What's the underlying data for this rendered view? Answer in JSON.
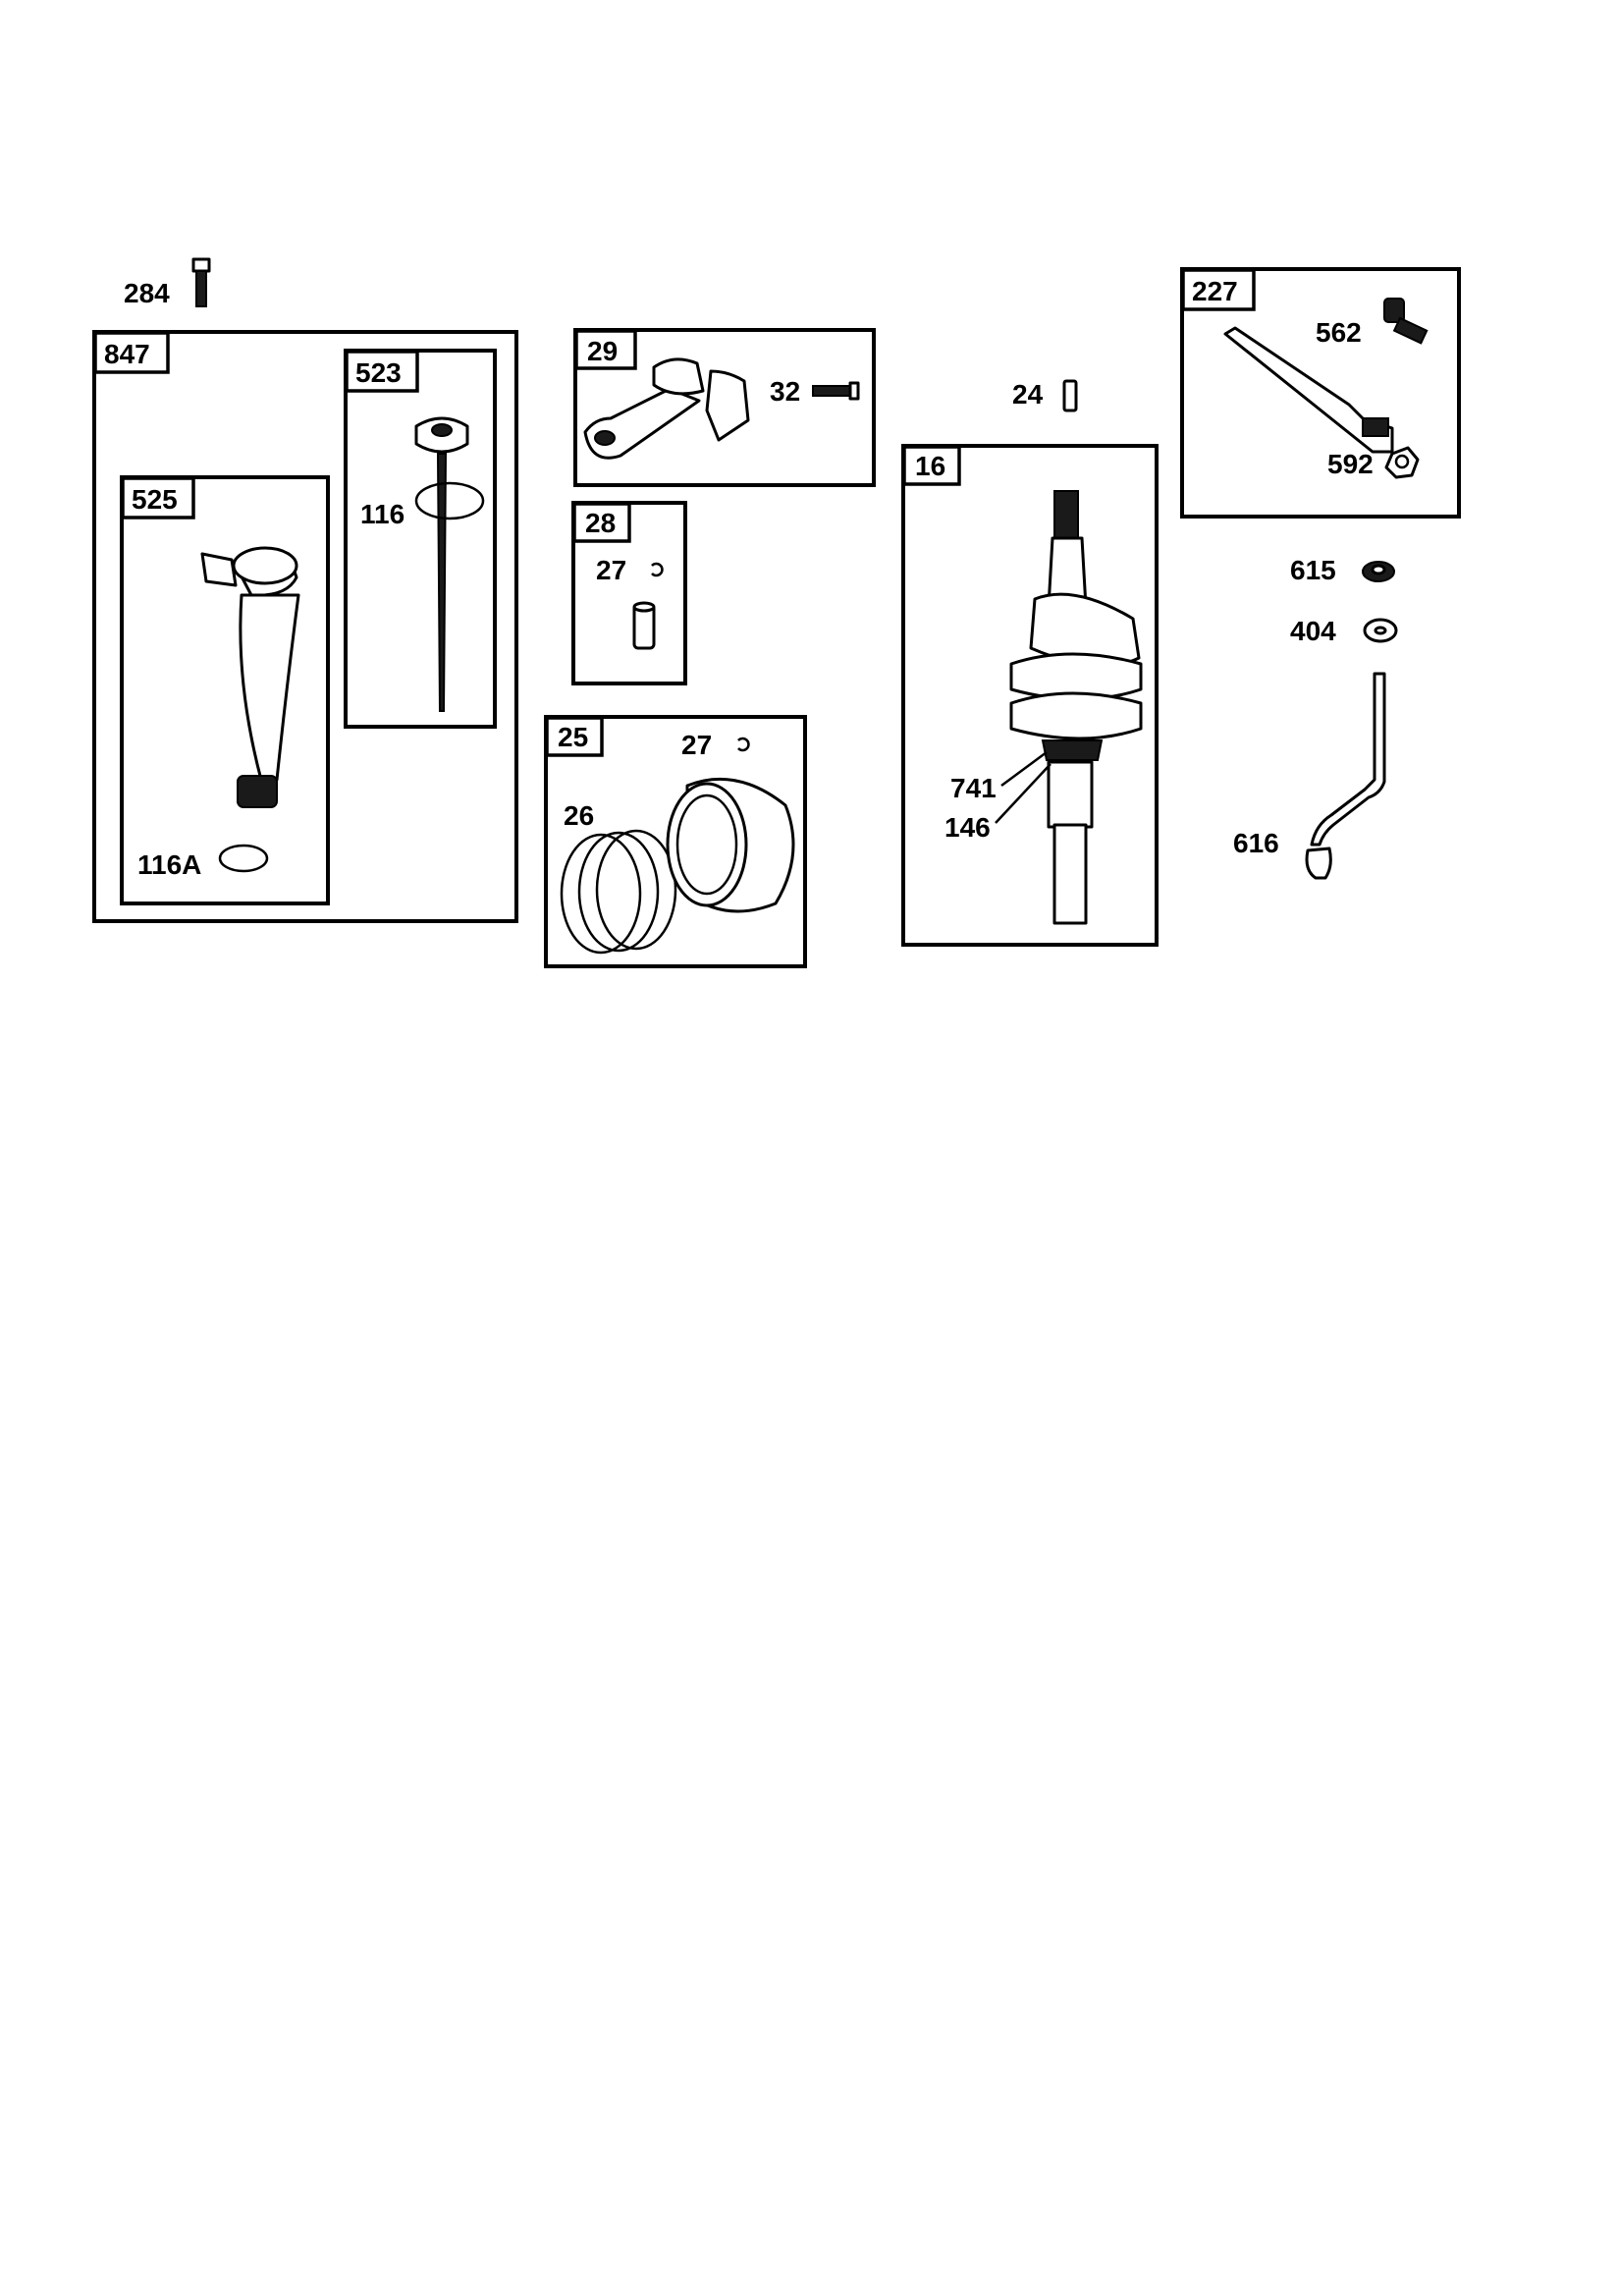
{
  "callouts": {
    "p284": "284",
    "p847": "847",
    "p523": "523",
    "p525": "525",
    "p116": "116",
    "p116a": "116A",
    "p29": "29",
    "p32": "32",
    "p28": "28",
    "p27a": "27",
    "p25": "25",
    "p27b": "27",
    "p26": "26",
    "p24": "24",
    "p16": "16",
    "p741": "741",
    "p146": "146",
    "p227": "227",
    "p562": "562",
    "p592": "592",
    "p615": "615",
    "p404": "404",
    "p616": "616"
  }
}
